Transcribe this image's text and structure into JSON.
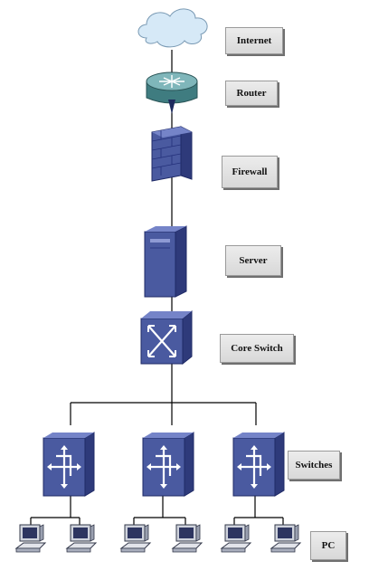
{
  "labels": {
    "internet": "Internet",
    "router": "Router",
    "firewall": "Firewall",
    "server": "Server",
    "core_switch": "Core Switch",
    "switches": "Switches",
    "pc": "PC"
  },
  "colors": {
    "device_blue": "#4a5aa0",
    "device_dark": "#2e3a7a",
    "device_light": "#6f80c4",
    "router_teal": "#4d8a8e",
    "cloud_blue": "#cfe4f4",
    "line": "#000000",
    "label_bg": "#e2e2e2"
  },
  "icons": {
    "internet": "cloud-icon",
    "router": "router-icon",
    "firewall": "firewall-icon",
    "server": "server-icon",
    "core_switch": "core-switch-icon",
    "switch": "switch-icon",
    "pc": "pc-icon"
  }
}
